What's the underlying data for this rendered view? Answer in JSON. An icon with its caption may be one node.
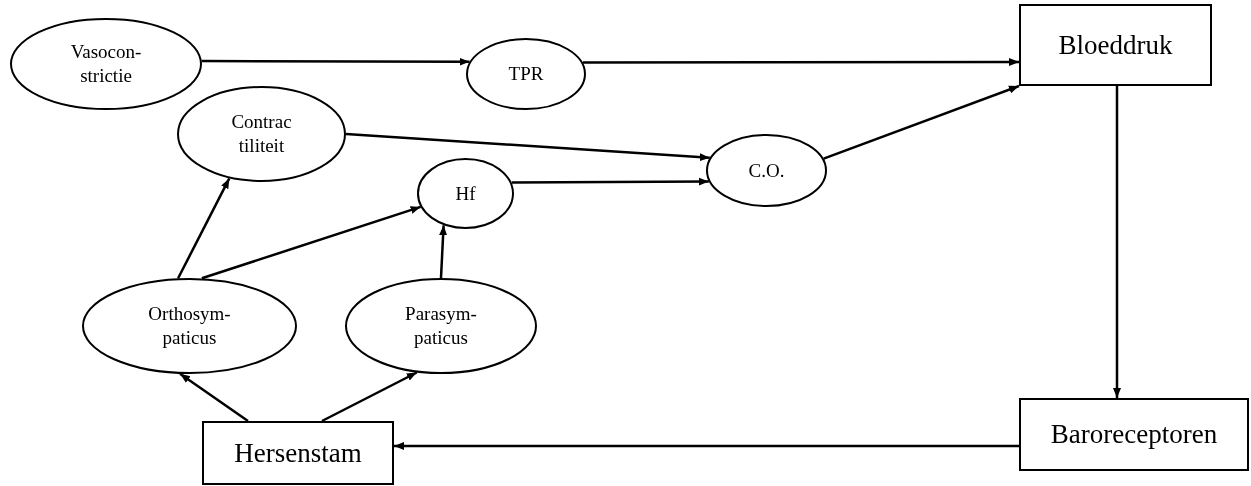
{
  "diagram": {
    "nodes": [
      {
        "text": [
          "Vasocon- strictie"
        ]
      },
      {
        "text": [
          "TPR"
        ]
      },
      {
        "text": [
          "Bloeddruk"
        ]
      },
      {
        "text": [
          "Contrac tiliteit"
        ]
      },
      {
        "text": [
          "C.O."
        ]
      },
      {
        "text": [
          "Hf"
        ]
      },
      {
        "text": [
          "Orthosym- paticus"
        ]
      },
      {
        "text": [
          "Parasym- paticus"
        ]
      },
      {
        "text": [
          "Baroreceptoren"
        ]
      },
      {
        "text": [
          "Hersenstam"
        ]
      }
    ],
    "edges": [
      {
        "from": 0,
        "to": 1,
        "arrow": "to"
      },
      {
        "from": 1,
        "to": 2,
        "arrow": "to"
      },
      {
        "from": 3,
        "to": 4,
        "arrow": "to"
      },
      {
        "from": 5,
        "to": 4,
        "arrow": "to"
      },
      {
        "from": 4,
        "to": 2,
        "arrow": "to"
      },
      {
        "from": 2,
        "to": 8,
        "arrow": "to"
      },
      {
        "from": 8,
        "to": 9,
        "arrow": "to"
      },
      {
        "from": 9,
        "to": 6,
        "arrow": "to"
      },
      {
        "from": 9,
        "to": 7,
        "arrow": "to"
      },
      {
        "from": 6,
        "to": 3,
        "arrow": "to"
      },
      {
        "from": 6,
        "to": 5,
        "arrow": "to"
      },
      {
        "from": 7,
        "to": 5,
        "arrow": "to"
      }
    ]
  }
}
